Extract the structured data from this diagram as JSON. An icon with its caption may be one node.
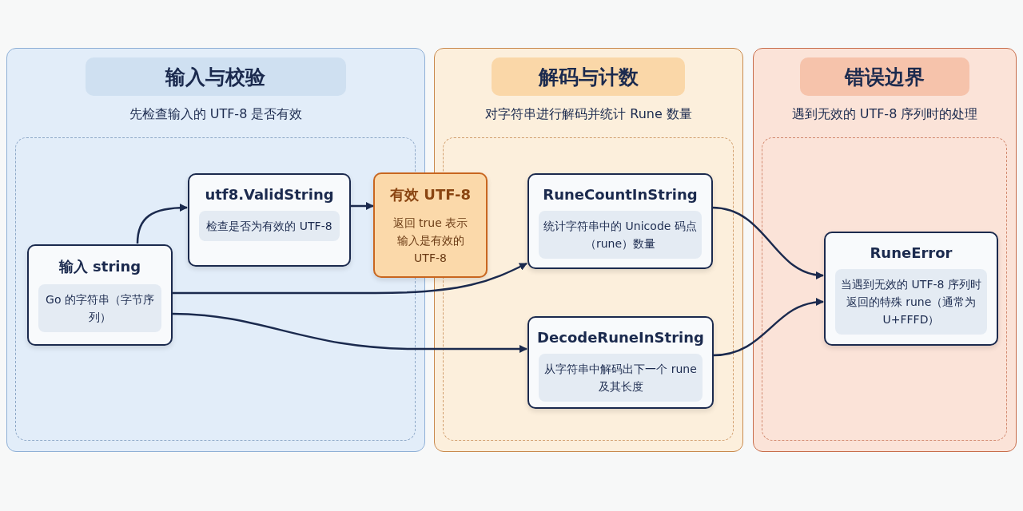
{
  "diagram": {
    "nodes": [
      {
        "text": [
          "输入与校验",
          "先检查输入的 UTF-8 是否有效"
        ]
      },
      {
        "text": [
          "解码与计数",
          "对字符串进行解码并统计 Rune 数量"
        ]
      },
      {
        "text": [
          "错误边界",
          "遇到无效的 UTF-8 序列时的处理"
        ]
      },
      {
        "text": [
          "输入 string",
          "Go 的字符串（字节序列）"
        ],
        "in": 0
      },
      {
        "text": [
          "utf8.ValidString",
          "检查是否为有效的 UTF-8"
        ],
        "in": 0
      },
      {
        "text": [
          "有效 UTF-8",
          "返回 true 表示输入是有效的 UTF-8"
        ]
      },
      {
        "text": [
          "RuneCountInString",
          "统计字符串中的 Unicode 码点（rune）数量"
        ],
        "in": 1
      },
      {
        "text": [
          "DecodeRuneInString",
          "从字符串中解码出下一个 rune 及其长度"
        ],
        "in": 1
      },
      {
        "text": [
          "RuneError",
          "当遇到无效的 UTF-8 序列时返回的特殊 rune（通常为 U+FFFD）"
        ],
        "in": 2
      }
    ],
    "edges": [
      {
        "from": 3,
        "to": 4,
        "arrow": "to"
      },
      {
        "from": 4,
        "to": 5,
        "arrow": "to"
      },
      {
        "from": 3,
        "to": 6,
        "arrow": "to"
      },
      {
        "from": 3,
        "to": 7,
        "arrow": "to"
      },
      {
        "from": 6,
        "to": 8,
        "arrow": "to"
      },
      {
        "from": 7,
        "to": 8,
        "arrow": "to"
      }
    ]
  }
}
